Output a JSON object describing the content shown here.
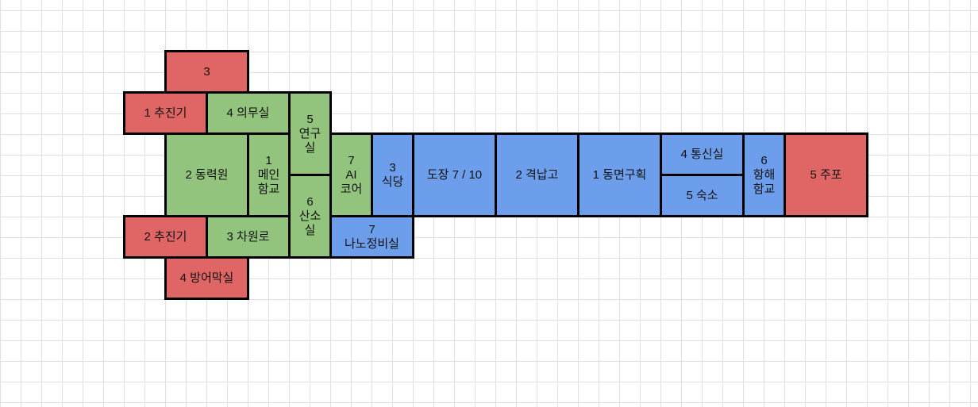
{
  "colors": {
    "weapon": "#e06666",
    "support": "#93c47d",
    "crew": "#6d9eeb"
  },
  "rooms": [
    {
      "label": "3",
      "color": "red"
    },
    {
      "label": "1 추진기",
      "color": "red"
    },
    {
      "label": "4 의무실",
      "color": "green"
    },
    {
      "label": "5\n연구\n실",
      "color": "green"
    },
    {
      "label": "2 동력원",
      "color": "green"
    },
    {
      "label": "1\n메인\n함교",
      "color": "green"
    },
    {
      "label": "6\n산소\n실",
      "color": "green"
    },
    {
      "label": "7\nAI\n코어",
      "color": "green"
    },
    {
      "label": "3\n식당",
      "color": "blue"
    },
    {
      "label": "2 추진기",
      "color": "red"
    },
    {
      "label": "3 차원로",
      "color": "green"
    },
    {
      "label": "7\n나노정비실",
      "color": "blue"
    },
    {
      "label": "4 방어막실",
      "color": "red"
    },
    {
      "label": "도장 7 / 10",
      "color": "blue"
    },
    {
      "label": "2 격납고",
      "color": "blue"
    },
    {
      "label": "1 동면구획",
      "color": "blue"
    },
    {
      "label": "4 통신실",
      "color": "blue"
    },
    {
      "label": "5 숙소",
      "color": "blue"
    },
    {
      "label": "6\n항해\n함교",
      "color": "blue"
    },
    {
      "label": "5 주포",
      "color": "red"
    }
  ]
}
